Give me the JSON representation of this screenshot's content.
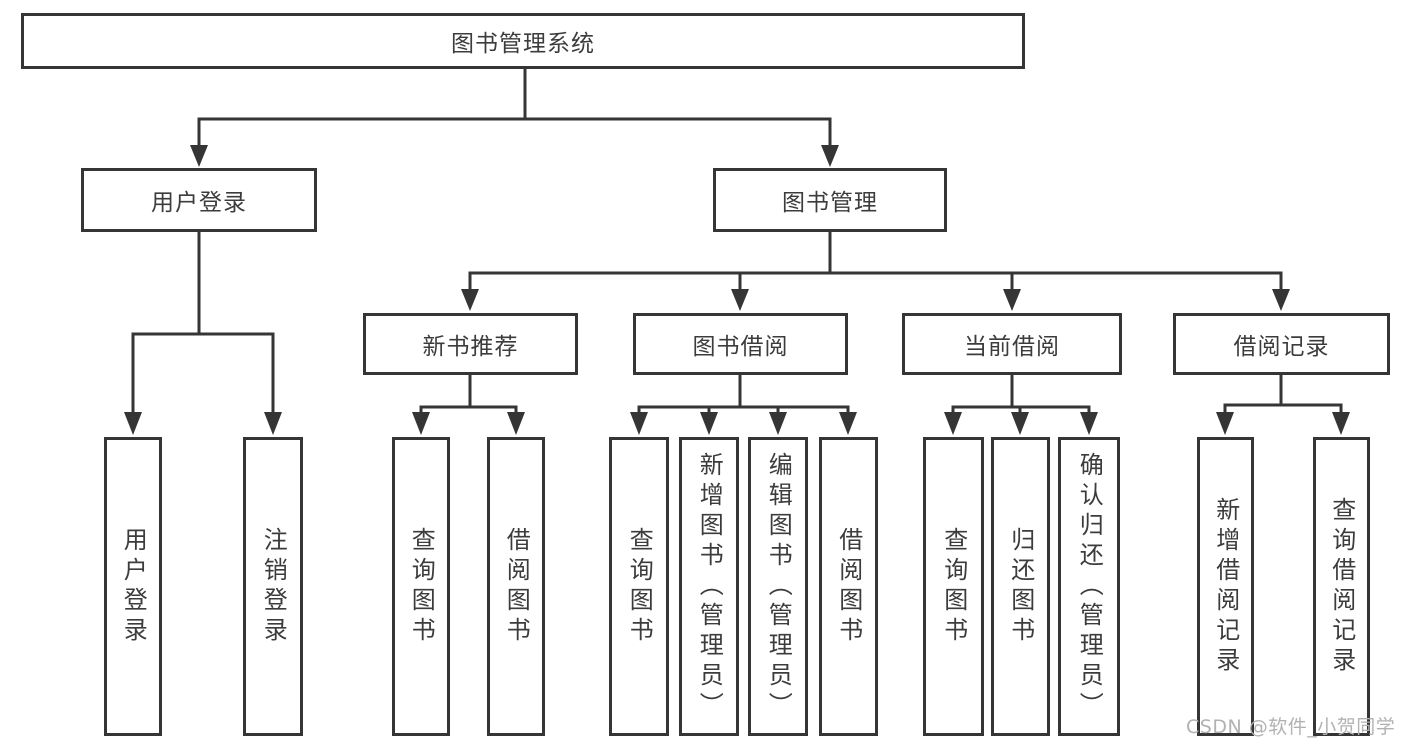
{
  "diagram": {
    "root": {
      "label": "图书管理系统"
    },
    "level2": [
      {
        "label": "用户登录"
      },
      {
        "label": "图书管理"
      }
    ],
    "level3": [
      {
        "label": "新书推荐",
        "parent": "图书管理"
      },
      {
        "label": "图书借阅",
        "parent": "图书管理"
      },
      {
        "label": "当前借阅",
        "parent": "图书管理"
      },
      {
        "label": "借阅记录",
        "parent": "图书管理"
      }
    ],
    "leaves": [
      {
        "label": "用户登录",
        "parent": "用户登录"
      },
      {
        "label": "注销登录",
        "parent": "用户登录"
      },
      {
        "label": "查询图书",
        "parent": "新书推荐"
      },
      {
        "label": "借阅图书",
        "parent": "新书推荐"
      },
      {
        "label": "查询图书",
        "parent": "图书借阅"
      },
      {
        "label": "新增图书（管理员）",
        "parent": "图书借阅"
      },
      {
        "label": "编辑图书（管理员）",
        "parent": "图书借阅"
      },
      {
        "label": "借阅图书",
        "parent": "图书借阅"
      },
      {
        "label": "查询图书",
        "parent": "当前借阅"
      },
      {
        "label": "归还图书",
        "parent": "当前借阅"
      },
      {
        "label": "确认归还（管理员）",
        "parent": "当前借阅"
      },
      {
        "label": "新增借阅记录",
        "parent": "借阅记录"
      },
      {
        "label": "查询借阅记录",
        "parent": "借阅记录"
      }
    ],
    "watermark": "CSDN @软件_小贺同学",
    "colors": {
      "line": "#353535",
      "text": "#3c3c3c",
      "watermark": "#b2b2b2",
      "background": "#ffffff"
    }
  }
}
